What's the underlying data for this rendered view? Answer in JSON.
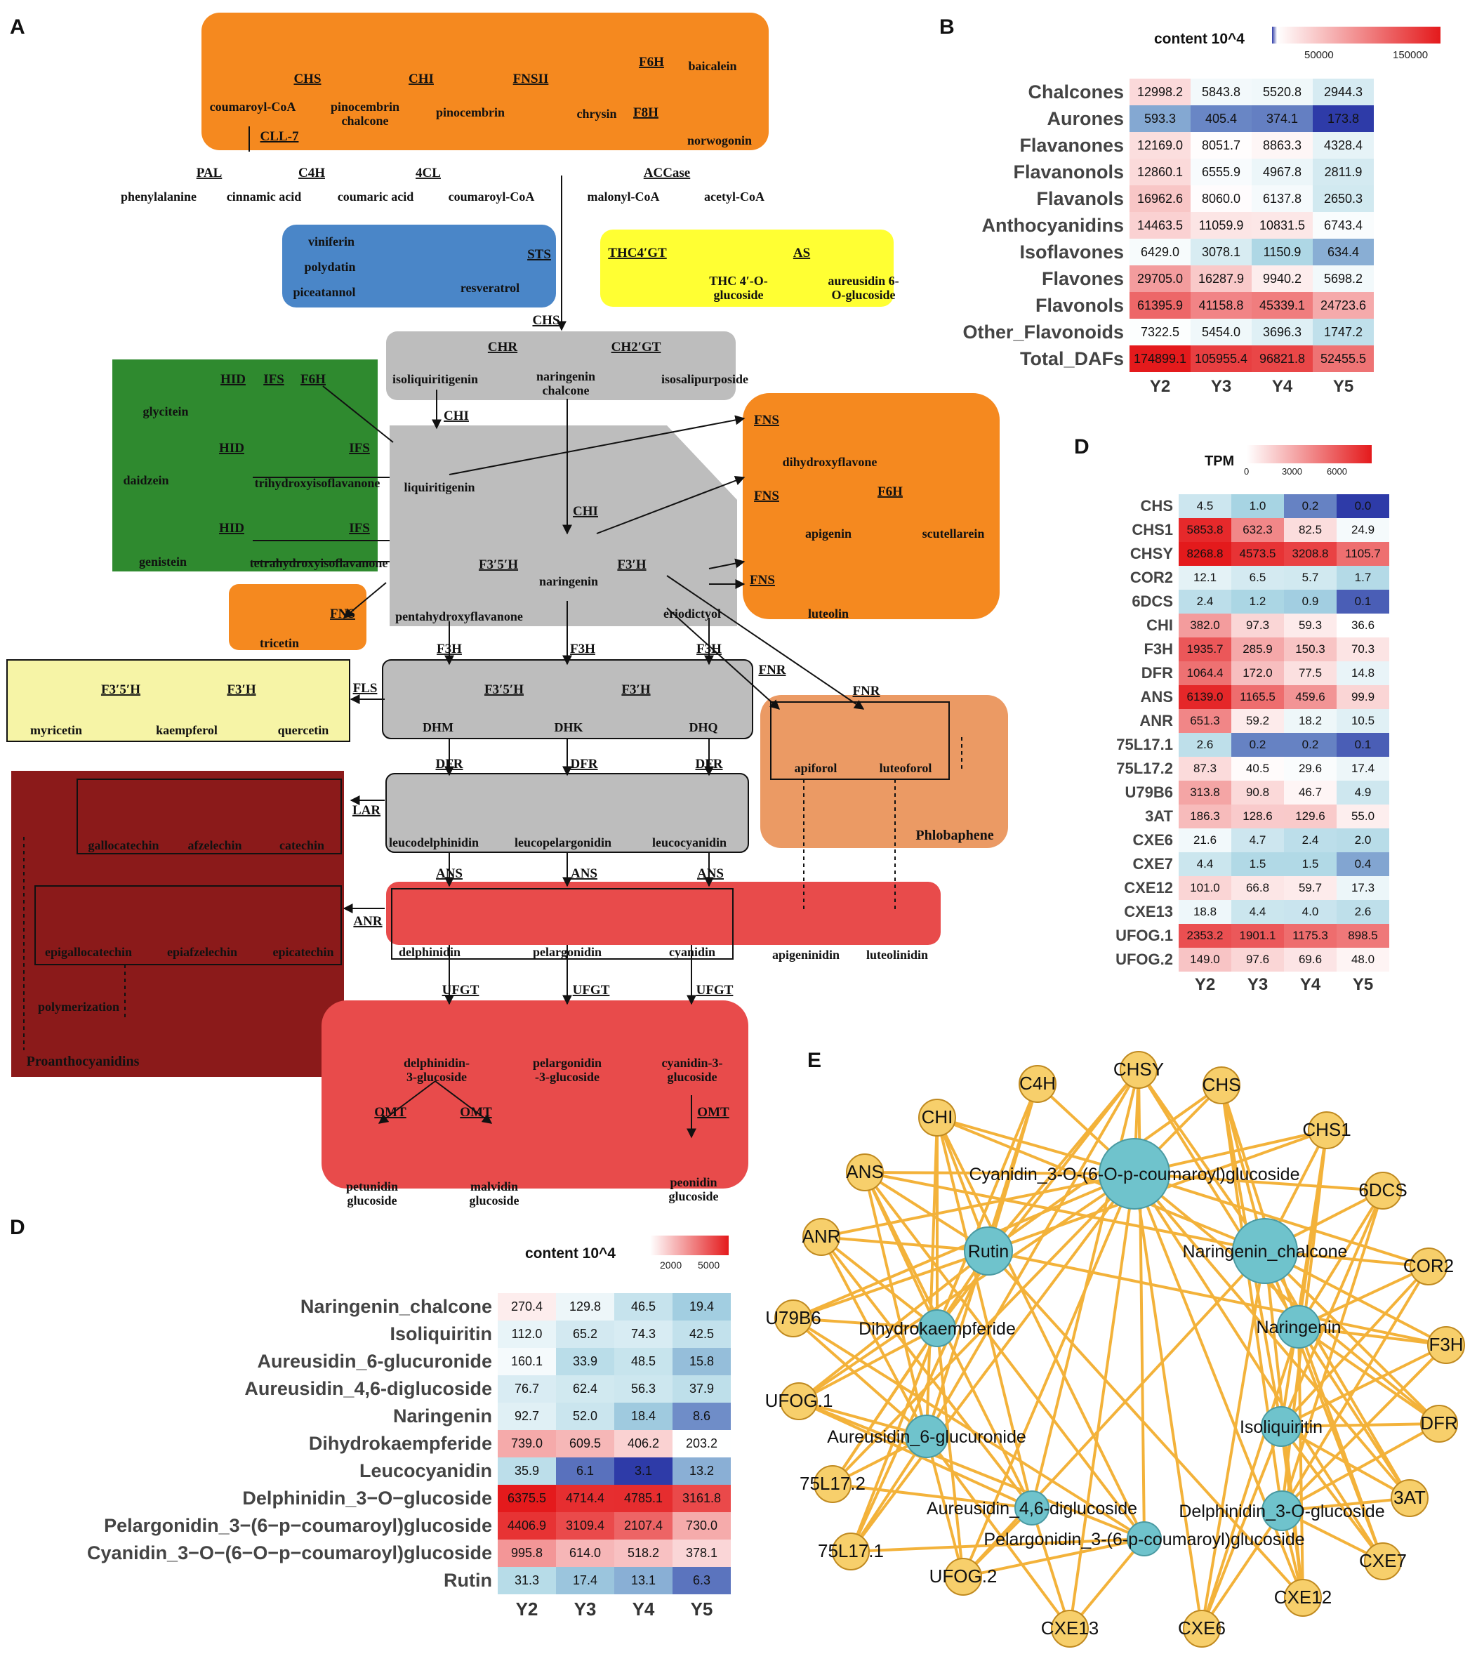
{
  "panels": {
    "a": "A",
    "b": "B",
    "d1": "D",
    "d2": "D",
    "e": "E"
  },
  "colors": {
    "orange": "#f5891f",
    "blue": "#4a86c8",
    "yellow": "#ffff33",
    "grey": "#bdbdbd",
    "green": "#2f8a2f",
    "salmon": "#eb9a64",
    "red": "#e84b4b",
    "maroon": "#8b1a1a",
    "paleyellow": "#f6f4a6",
    "edge": "#f3b23a",
    "gene": "#f7cf6b",
    "metab": "#6fc3cc",
    "low": "#2e3ba8",
    "mid": "#ffffff",
    "high": "#e41a1c"
  },
  "pathway": {
    "compounds": {
      "coumaroyl_top": "coumaroyl-CoA",
      "pinocembrin_chalcone": "pinocembrin\nchalcone",
      "pinocembrin": "pinocembrin",
      "chrysin": "chrysin",
      "baicalein": "baicalein",
      "norwogonin": "norwogonin",
      "phenylalanine": "phenylalanine",
      "cinnamic": "cinnamic acid",
      "coumaric": "coumaric acid",
      "coumaroyl": "coumaroyl-CoA",
      "malonyl": "malonyl-CoA",
      "acetyl": "acetyl-CoA",
      "viniferin": "viniferin",
      "polydatin": "polydatin",
      "piceatannol": "piceatannol",
      "resveratrol": "resveratrol",
      "thc_gluc": "THC 4′-O-\nglucoside",
      "aureusidin6": "aureusidin 6-\nO-glucoside",
      "isoliquiritigenin": "isoliquiritigenin",
      "naringenin_chalcone": "naringenin\nchalcone",
      "isosalipurposide": "isosalipurposide",
      "glycitein": "glycitein",
      "daidzein": "daidzein",
      "trihydroxy": "trihydroxyisoflavanone",
      "genistein": "genistein",
      "tetrahydroxy": "tetrahydroxyisoflavanone",
      "liquiritigenin": "liquiritigenin",
      "naringenin": "naringenin",
      "pentahydroxy": "pentahydroxyflavanone",
      "eriodictyol": "eriodictyol",
      "dihydroxyflavone": "dihydroxyflavone",
      "apigenin": "apigenin",
      "scutellarein": "scutellarein",
      "luteolin": "luteolin",
      "tricetin": "tricetin",
      "myricetin": "myricetin",
      "kaempferol": "kaempferol",
      "quercetin": "quercetin",
      "dhm": "DHM",
      "dhk": "DHK",
      "dhq": "DHQ",
      "apiforol": "apiforol",
      "luteoforol": "luteoforol",
      "phlobaphene": "Phlobaphene",
      "gallocatechin": "gallocatechin",
      "afzelechin": "afzelechin",
      "catechin": "catechin",
      "leucodelphinidin": "leucodelphinidin",
      "leucopelargonidin": "leucopelargonidin",
      "leucocyanidin": "leucocyanidin",
      "epigallocatechin": "epigallocatechin",
      "epiafzelechin": "epiafzelechin",
      "epicatechin": "epicatechin",
      "delphinidin": "delphinidin",
      "pelargonidin": "pelargonidin",
      "cyanidin": "cyanidin",
      "apigeninidin": "apigeninidin",
      "luteolinidin": "luteolinidin",
      "polymerization": "polymerization",
      "proanthocyanidins": "Proanthocyanidins",
      "delph_gluc": "delphinidin-\n3-glucoside",
      "pelarg_gluc": "pelargonidin\n-3-glucoside",
      "cyan_gluc": "cyanidin-3-\nglucoside",
      "petunidin": "petunidin\nglucoside",
      "malvidin": "malvidin\nglucoside",
      "peonidin": "peonidin\nglucoside"
    },
    "enzymes": {
      "chs_top": "CHS",
      "chi_top": "CHI",
      "fnsii": "FNSII",
      "f6h_top": "F6H",
      "f8h": "F8H",
      "cll7": "CLL-7",
      "pal": "PAL",
      "c4h": "C4H",
      "4cl": "4CL",
      "accase": "ACCase",
      "sts": "STS",
      "thc4gt": "THC4′GT",
      "as": "AS",
      "chs_mid": "CHS",
      "chr": "CHR",
      "ch2gt": "CH2′GT",
      "chi_1": "CHI",
      "chi_2": "CHI",
      "hid1": "HID",
      "ifs1": "IFS",
      "f6h_iso": "F6H",
      "hid2": "HID",
      "ifs2": "IFS",
      "hid3": "HID",
      "ifs3": "IFS",
      "fns1": "FNS",
      "fns2": "FNS",
      "f6h_fl": "F6H",
      "fns3": "FNS",
      "fns_tri": "FNS",
      "f35h_a": "F3′5′H",
      "f3h_a": "F3′H",
      "f3h_1": "F3H",
      "f3h_2": "F3H",
      "f3h_3": "F3H",
      "fnr1": "FNR",
      "fnr2": "FNR",
      "fls": "FLS",
      "f35h_b": "F3′5′H",
      "f3h_b": "F3′H",
      "f35h_c": "F3′5′H",
      "f3h_c": "F3′H",
      "dfr1": "DFR",
      "dfr2": "DFR",
      "dfr3": "DFR",
      "lar": "LAR",
      "ans1": "ANS",
      "ans2": "ANS",
      "ans3": "ANS",
      "anr": "ANR",
      "ufgt1": "UFGT",
      "ufgt2": "UFGT",
      "ufgt3": "UFGT",
      "omt1": "OMT",
      "omt2": "OMT",
      "omt3": "OMT"
    }
  },
  "heatmap_b": {
    "legend_title": "content 10^4",
    "legend_ticks": [
      "50000",
      "150000"
    ],
    "legend_max": 175000,
    "columns": [
      "Y2",
      "Y3",
      "Y4",
      "Y5"
    ],
    "rows": [
      {
        "name": "Chalcones",
        "values": [
          12998.2,
          5843.8,
          5520.8,
          2944.3
        ]
      },
      {
        "name": "Aurones",
        "values": [
          593.3,
          405.4,
          374.1,
          173.8
        ]
      },
      {
        "name": "Flavanones",
        "values": [
          12169.0,
          8051.7,
          8863.3,
          4328.4
        ]
      },
      {
        "name": "Flavanonols",
        "values": [
          12860.1,
          6555.9,
          4967.8,
          2811.9
        ]
      },
      {
        "name": "Flavanols",
        "values": [
          16962.6,
          8060.0,
          6137.8,
          2650.3
        ]
      },
      {
        "name": "Anthocyanidins",
        "values": [
          14463.5,
          11059.9,
          10831.5,
          6743.4
        ]
      },
      {
        "name": "Isoflavones",
        "values": [
          6429.0,
          3078.1,
          1150.9,
          634.4
        ]
      },
      {
        "name": "Flavones",
        "values": [
          29705.0,
          16287.9,
          9940.2,
          5698.2
        ]
      },
      {
        "name": "Flavonols",
        "values": [
          61395.9,
          41158.8,
          45339.1,
          24723.6
        ]
      },
      {
        "name": "Other_Flavonoids",
        "values": [
          7322.5,
          5454.0,
          3696.3,
          1747.2
        ]
      },
      {
        "name": "Total_DAFs",
        "values": [
          174899.1,
          105955.4,
          96821.8,
          52455.5
        ]
      }
    ],
    "cells_text": [
      [
        "12998.2",
        "5843.8",
        "5520.8",
        "2944.3"
      ],
      [
        "593.3",
        "405.4",
        "374.1",
        "173.8"
      ],
      [
        "12169.0",
        "8051.7",
        "8863.3",
        "4328.4"
      ],
      [
        "12860.1",
        "6555.9",
        "4967.8",
        "2811.9"
      ],
      [
        "16962.6",
        "8060.0",
        "6137.8",
        "2650.3"
      ],
      [
        "14463.5",
        "11059.9",
        "10831.5",
        "6743.4"
      ],
      [
        "6429.0",
        "3078.1",
        "1150.9",
        "634.4"
      ],
      [
        "29705.0",
        "16287.9",
        "9940.2",
        "5698.2"
      ],
      [
        "61395.9",
        "41158.8",
        "45339.1",
        "24723.6"
      ],
      [
        "7322.5",
        "5454.0",
        "3696.3",
        "1747.2"
      ],
      [
        "174899.1",
        "105955.4",
        "96821.8",
        "52455.5"
      ]
    ]
  },
  "heatmap_d_tpm": {
    "legend_title": "TPM",
    "legend_ticks": [
      "0",
      "3000",
      "6000"
    ],
    "columns": [
      "Y2",
      "Y3",
      "Y4",
      "Y5"
    ],
    "rows": [
      {
        "name": "CHS",
        "values": [
          4.5,
          1.0,
          0.2,
          0.0
        ],
        "text": [
          "4.5",
          "1.0",
          "0.2",
          "0.0"
        ]
      },
      {
        "name": "CHS1",
        "values": [
          5853.8,
          632.3,
          82.5,
          24.9
        ],
        "text": [
          "5853.8",
          "632.3",
          "82.5",
          "24.9"
        ]
      },
      {
        "name": "CHSY",
        "values": [
          8268.8,
          4573.5,
          3208.8,
          1105.7
        ],
        "text": [
          "8268.8",
          "4573.5",
          "3208.8",
          "1105.7"
        ]
      },
      {
        "name": "COR2",
        "values": [
          12.1,
          6.5,
          5.7,
          1.7
        ],
        "text": [
          "12.1",
          "6.5",
          "5.7",
          "1.7"
        ]
      },
      {
        "name": "6DCS",
        "values": [
          2.4,
          1.2,
          0.9,
          0.1
        ],
        "text": [
          "2.4",
          "1.2",
          "0.9",
          "0.1"
        ]
      },
      {
        "name": "CHI",
        "values": [
          382.0,
          97.3,
          59.3,
          36.6
        ],
        "text": [
          "382.0",
          "97.3",
          "59.3",
          "36.6"
        ]
      },
      {
        "name": "F3H",
        "values": [
          1935.7,
          285.9,
          150.3,
          70.3
        ],
        "text": [
          "1935.7",
          "285.9",
          "150.3",
          "70.3"
        ]
      },
      {
        "name": "DFR",
        "values": [
          1064.4,
          172.0,
          77.5,
          14.8
        ],
        "text": [
          "1064.4",
          "172.0",
          "77.5",
          "14.8"
        ]
      },
      {
        "name": "ANS",
        "values": [
          6139.0,
          1165.5,
          459.6,
          99.9
        ],
        "text": [
          "6139.0",
          "1165.5",
          "459.6",
          "99.9"
        ]
      },
      {
        "name": "ANR",
        "values": [
          651.3,
          59.2,
          18.2,
          10.5
        ],
        "text": [
          "651.3",
          "59.2",
          "18.2",
          "10.5"
        ]
      },
      {
        "name": "75L17.1",
        "values": [
          2.6,
          0.2,
          0.2,
          0.1
        ],
        "text": [
          "2.6",
          "0.2",
          "0.2",
          "0.1"
        ]
      },
      {
        "name": "75L17.2",
        "values": [
          87.3,
          40.5,
          29.6,
          17.4
        ],
        "text": [
          "87.3",
          "40.5",
          "29.6",
          "17.4"
        ]
      },
      {
        "name": "U79B6",
        "values": [
          313.8,
          90.8,
          46.7,
          4.9
        ],
        "text": [
          "313.8",
          "90.8",
          "46.7",
          "4.9"
        ]
      },
      {
        "name": "3AT",
        "values": [
          186.3,
          128.6,
          129.6,
          55.0
        ],
        "text": [
          "186.3",
          "128.6",
          "129.6",
          "55.0"
        ]
      },
      {
        "name": "CXE6",
        "values": [
          21.6,
          4.7,
          2.4,
          2.0
        ],
        "text": [
          "21.6",
          "4.7",
          "2.4",
          "2.0"
        ]
      },
      {
        "name": "CXE7",
        "values": [
          4.4,
          1.5,
          1.5,
          0.4
        ],
        "text": [
          "4.4",
          "1.5",
          "1.5",
          "0.4"
        ]
      },
      {
        "name": "CXE12",
        "values": [
          101.0,
          66.8,
          59.7,
          17.3
        ],
        "text": [
          "101.0",
          "66.8",
          "59.7",
          "17.3"
        ]
      },
      {
        "name": "CXE13",
        "values": [
          18.8,
          4.4,
          4.0,
          2.6
        ],
        "text": [
          "18.8",
          "4.4",
          "4.0",
          "2.6"
        ]
      },
      {
        "name": "UFOG.1",
        "values": [
          2353.2,
          1901.1,
          1175.3,
          898.5
        ],
        "text": [
          "2353.2",
          "1901.1",
          "1175.3",
          "898.5"
        ]
      },
      {
        "name": "UFOG.2",
        "values": [
          149.0,
          97.6,
          69.6,
          48.0
        ],
        "text": [
          "149.0",
          "97.6",
          "69.6",
          "48.0"
        ]
      }
    ]
  },
  "heatmap_d_metab": {
    "legend_title": "content 10^4",
    "legend_ticks": [
      "2000",
      "5000"
    ],
    "columns": [
      "Y2",
      "Y3",
      "Y4",
      "Y5"
    ],
    "rows": [
      {
        "name": "Naringenin_chalcone",
        "values": [
          270.4,
          129.8,
          46.5,
          19.4
        ],
        "text": [
          "270.4",
          "129.8",
          "46.5",
          "19.4"
        ]
      },
      {
        "name": "Isoliquiritin",
        "values": [
          112.0,
          65.2,
          74.3,
          42.5
        ],
        "text": [
          "112.0",
          "65.2",
          "74.3",
          "42.5"
        ]
      },
      {
        "name": "Aureusidin_6-glucuronide",
        "values": [
          160.1,
          33.9,
          48.5,
          15.8
        ],
        "text": [
          "160.1",
          "33.9",
          "48.5",
          "15.8"
        ]
      },
      {
        "name": "Aureusidin_4,6-diglucoside",
        "values": [
          76.7,
          62.4,
          56.3,
          37.9
        ],
        "text": [
          "76.7",
          "62.4",
          "56.3",
          "37.9"
        ]
      },
      {
        "name": "Naringenin",
        "values": [
          92.7,
          52.0,
          18.4,
          8.6
        ],
        "text": [
          "92.7",
          "52.0",
          "18.4",
          "8.6"
        ]
      },
      {
        "name": "Dihydrokaempferide",
        "values": [
          739.0,
          609.5,
          406.2,
          203.2
        ],
        "text": [
          "739.0",
          "609.5",
          "406.2",
          "203.2"
        ]
      },
      {
        "name": "Leucocyanidin",
        "values": [
          35.9,
          6.1,
          3.1,
          13.2
        ],
        "text": [
          "35.9",
          "6.1",
          "3.1",
          "13.2"
        ]
      },
      {
        "name": "Delphinidin_3−O−glucoside",
        "values": [
          6375.5,
          4714.4,
          4785.1,
          3161.8
        ],
        "text": [
          "6375.5",
          "4714.4",
          "4785.1",
          "3161.8"
        ]
      },
      {
        "name": "Pelargonidin_3−(6−p−coumaroyl)glucoside",
        "values": [
          4406.9,
          3109.4,
          2107.4,
          730.0
        ],
        "text": [
          "4406.9",
          "3109.4",
          "2107.4",
          "730.0"
        ]
      },
      {
        "name": "Cyanidin_3−O−(6−O−p−coumaroyl)glucoside",
        "values": [
          995.8,
          614.0,
          518.2,
          378.1
        ],
        "text": [
          "995.8",
          "614.0",
          "518.2",
          "378.1"
        ]
      },
      {
        "name": "Rutin",
        "values": [
          31.3,
          17.4,
          13.1,
          6.3
        ],
        "text": [
          "31.3",
          "17.4",
          "13.1",
          "6.3"
        ]
      }
    ]
  },
  "network": {
    "genes": [
      "C4H",
      "CHSY",
      "CHS",
      "CHI",
      "CHS1",
      "ANS",
      "6DCS",
      "ANR",
      "COR2",
      "U79B6",
      "F3H",
      "UFOG.1",
      "DFR",
      "75L17.2",
      "3AT",
      "75L17.1",
      "CXE7",
      "UFOG.2",
      "CXE12",
      "CXE13",
      "CXE6"
    ],
    "metabolites": [
      "Cyanidin_3-O-(6-O-p-coumaroyl)glucoside",
      "Rutin",
      "Naringenin_chalcone",
      "Dihydrokaempferide",
      "Naringenin",
      "Aureusidin_6-glucuronide",
      "Isoliquiritin",
      "Aureusidin_4,6-diglucoside",
      "Delphinidin_3-O-glucoside",
      "Pelargonidin_3-(6-p-coumaroyl)glucoside"
    ]
  }
}
